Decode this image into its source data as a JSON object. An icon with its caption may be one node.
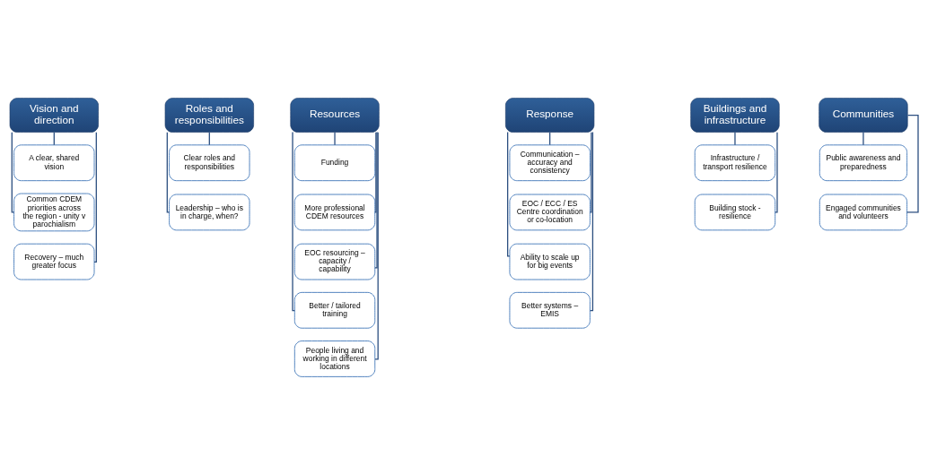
{
  "diagram": {
    "nodes": [
      {
        "text": [
          "Vision and direction"
        ]
      },
      {
        "text": [
          "A clear, shared vision"
        ]
      },
      {
        "text": [
          "Common CDEM priorities across the region - unity v parochialism"
        ]
      },
      {
        "text": [
          "Recovery – much greater focus"
        ]
      },
      {
        "text": [
          "Roles and responsibilities"
        ]
      },
      {
        "text": [
          "Clear roles and responsibilities"
        ]
      },
      {
        "text": [
          "Leadership – who is in charge, when?"
        ]
      },
      {
        "text": [
          "Resources"
        ]
      },
      {
        "text": [
          "Funding"
        ]
      },
      {
        "text": [
          "More professional CDEM resources"
        ]
      },
      {
        "text": [
          "EOC resourcing – capacity / capability"
        ]
      },
      {
        "text": [
          "Better / tailored training"
        ]
      },
      {
        "text": [
          "People living and working in different locations"
        ]
      },
      {
        "text": [
          "Response"
        ]
      },
      {
        "text": [
          "Communication – accuracy and consistency"
        ]
      },
      {
        "text": [
          "EOC / ECC / ES Centre coordination or co-location"
        ]
      },
      {
        "text": [
          "Ability to scale up for big events"
        ]
      },
      {
        "text": [
          "Better systems – EMIS"
        ]
      },
      {
        "text": [
          "Buildings and infrastructure"
        ]
      },
      {
        "text": [
          "Infrastructure / transport resilience"
        ]
      },
      {
        "text": [
          "Building stock - resilience"
        ]
      },
      {
        "text": [
          "Communities"
        ]
      },
      {
        "text": [
          "Public awareness and preparedness"
        ]
      },
      {
        "text": [
          "Engaged communities and volunteers"
        ]
      }
    ],
    "edges": [
      {
        "from": 0,
        "to": 1,
        "arrow": "none"
      },
      {
        "from": 0,
        "to": 2,
        "arrow": "none"
      },
      {
        "from": 0,
        "to": 3,
        "arrow": "none"
      },
      {
        "from": 4,
        "to": 5,
        "arrow": "none"
      },
      {
        "from": 4,
        "to": 6,
        "arrow": "none"
      },
      {
        "from": 7,
        "to": 8,
        "arrow": "none"
      },
      {
        "from": 7,
        "to": 9,
        "arrow": "none"
      },
      {
        "from": 7,
        "to": 10,
        "arrow": "none"
      },
      {
        "from": 7,
        "to": 11,
        "arrow": "none"
      },
      {
        "from": 7,
        "to": 12,
        "arrow": "none"
      },
      {
        "from": 13,
        "to": 14,
        "arrow": "none"
      },
      {
        "from": 13,
        "to": 15,
        "arrow": "none"
      },
      {
        "from": 13,
        "to": 16,
        "arrow": "none"
      },
      {
        "from": 13,
        "to": 17,
        "arrow": "none"
      },
      {
        "from": 18,
        "to": 19,
        "arrow": "none"
      },
      {
        "from": 18,
        "to": 20,
        "arrow": "none"
      },
      {
        "from": 21,
        "to": 22,
        "arrow": "none"
      },
      {
        "from": 21,
        "to": 23,
        "arrow": "none"
      }
    ]
  }
}
